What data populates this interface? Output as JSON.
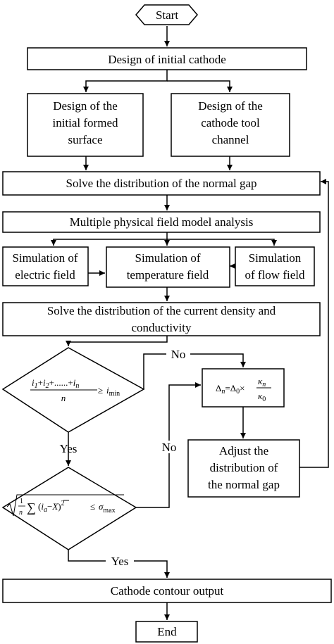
{
  "nodes": {
    "start": "Start",
    "design_initial_cathode": "Design of initial cathode",
    "design_formed_surface": [
      "Design of the",
      "initial formed",
      "surface"
    ],
    "design_tool_channel": [
      "Design of the",
      "cathode tool",
      "channel"
    ],
    "solve_normal_gap": "Solve the distribution of the normal gap",
    "multi_physics": "Multiple physical field model analysis",
    "sim_electric": [
      "Simulation of",
      "electric field"
    ],
    "sim_temperature": [
      "Simulation of",
      "temperature field"
    ],
    "sim_flow": [
      "Simulation",
      "of flow field"
    ],
    "solve_current_density": [
      "Solve the distribution of the current density and",
      "conductivity"
    ],
    "adjust_gap": [
      "Adjust the",
      "distribution of",
      "the normal gap"
    ],
    "cathode_output": "Cathode contour output",
    "end": "End"
  },
  "edge_labels": {
    "no_1": "No",
    "no_2": "No",
    "yes_1": "Yes",
    "yes_2": "Yes"
  },
  "formulas": {
    "mean_current": {
      "i": "i",
      "sub1": "1",
      "sub2": "2",
      "subn": "n",
      "plus": "+",
      "dots": "+......+",
      "den": "n",
      "geq": "≥",
      "min": "min"
    },
    "std_dev": {
      "sqrt_num": "1",
      "sqrt_den": "n",
      "sum": "∑",
      "body_open": "(",
      "ia": "i",
      "sub_a": "a",
      "minus": "−",
      "xbar": "X",
      "body_close": ")",
      "sq": "2",
      "leq": "≤",
      "sigma": "σ",
      "max": "max"
    },
    "gap_update": {
      "delta": "Δ",
      "sub_n": "n",
      "eq": "=",
      "sub_0": "0",
      "times": "×",
      "kappa": "κ"
    }
  }
}
